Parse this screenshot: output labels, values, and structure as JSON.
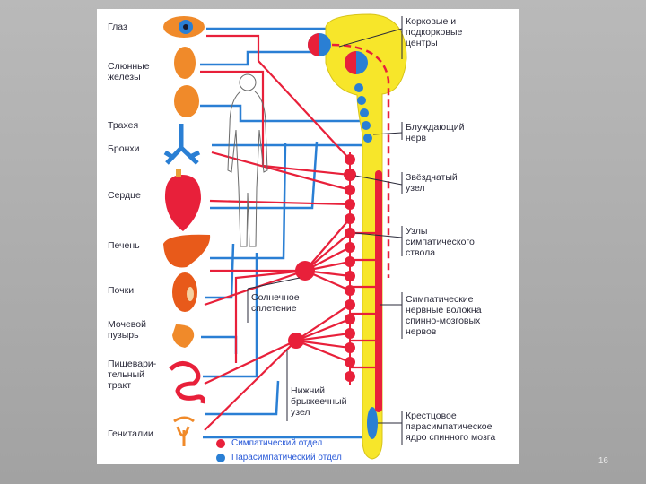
{
  "organs": {
    "eye": "Глаз",
    "salivary": "Слюнные\nжелезы",
    "trachea": "Трахея",
    "bronchi": "Бронхи",
    "heart": "Сердце",
    "liver": "Печень",
    "kidneys": "Почки",
    "bladder": "Мочевой\nпузырь",
    "digestive": "Пищевари-\nтельный\nтракт",
    "genitals": "Гениталии"
  },
  "annotations": {
    "cortical": "Корковые и\nподкорковые\nцентры",
    "vagus": "Блуждающий\nнерв",
    "stellate": "Звёздчатый\nузел",
    "ganglia": "Узлы\nсимпатического\nствола",
    "fibers": "Симпатические\nнервные волокна\nспинно-мозговых\nнервов",
    "sacral": "Крестцовое\nпарасимпатическое\nядро спинного мозга",
    "solar": "Солнечное\nсплетение",
    "mesenteric": "Нижний\nбрыжеечный\nузел"
  },
  "legend": {
    "sympathetic": "Симпатический отдел",
    "parasympathetic": "Парасимпатический отдел"
  },
  "colors": {
    "sympathetic": "#e8203a",
    "parasympathetic": "#2a7fd4",
    "spinal_cord": "#f7e62a",
    "organ": "#e85a1a",
    "organ_dark": "#f08a2a"
  },
  "page_number": "16"
}
